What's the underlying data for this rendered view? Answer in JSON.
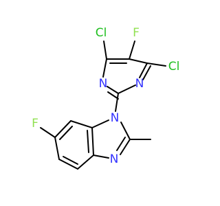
{
  "molecule": {
    "atoms": {
      "cl_top": "Cl",
      "f_top": "F",
      "cl_right": "Cl",
      "n_pyr_left": "N",
      "n_pyr_right": "N",
      "n_imid_1": "N",
      "n_imid_3": "N",
      "f_benzo": "F"
    },
    "colors": {
      "bond": "#000000",
      "N": "#3333ff",
      "F": "#90e050",
      "Cl": "#1fbf1f"
    }
  }
}
